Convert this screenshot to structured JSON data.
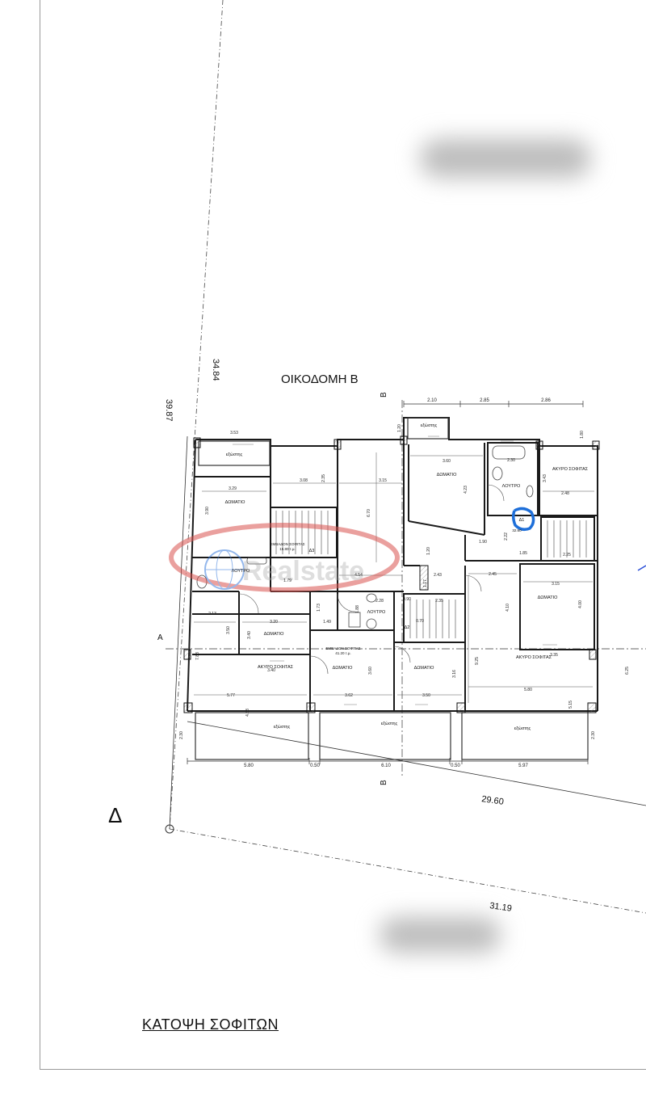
{
  "building_title": "ΟΙΚΟΔΟΜΗ Β",
  "drawing_title": "ΚΑΤΟΨΗ ΣΟΦΙΤΩΝ",
  "orientation_letter": "Δ",
  "section_markers": {
    "a": "A",
    "b": "B"
  },
  "property_dims": {
    "left_top": "34.84",
    "left_outer": "39.87",
    "bottom_inner": "29.60",
    "bottom_outer": "31.19"
  },
  "top_dims": [
    "2.10",
    "2.85",
    "2.86"
  ],
  "bottom_dims": [
    "5.80",
    "0.50",
    "6.10",
    "0.50",
    "5.97"
  ],
  "rooms": {
    "domatio": "ΔΩΜΑΤΙΟ",
    "loutro": "ΛΟΥΤΡΟ",
    "akyro": "ΑΚΥΡΟ ΣΟΦΙΤΑΣ",
    "exostis": "εξώστης",
    "d3": "Δ3",
    "d2": "Δ2",
    "d1": "Δ1"
  },
  "area_labels": {
    "left": "ΕΜΒΑΔΟΝ ΣΟΦΙΤΑΣ",
    "left_value": "15.80 τ.μ.",
    "center": "ΕΜΒΑΔΟΝ ΣΟΦΙΤΑΣ",
    "center_value": "41.20 τ.μ.",
    "right_value": "32.60"
  },
  "inner_dims": [
    "3.53",
    "3.29",
    "3.90",
    "3.08",
    "2.35",
    "3.15",
    "6.70",
    "3.60",
    "4.23",
    "2.30",
    "3.43",
    "2.48",
    "1.90",
    "2.22",
    "1.85",
    "2.25",
    "2.45",
    "3.15",
    "4.10",
    "4.00",
    "3.35",
    "9.25",
    "5.80",
    "1.79",
    "4.54",
    "1.17",
    "1.20",
    "2.43",
    "2.13",
    "3.20",
    "3.50",
    "3.40",
    "1.73",
    "1.88",
    "1.49",
    "3.40",
    "7.88",
    "5.77",
    "4.38",
    "3.62",
    "3.60",
    "3.50",
    "3.16",
    "5.15",
    "6.25",
    "2.30",
    "2.30",
    "0.90",
    "2.28",
    "2.35",
    "0.70",
    "1.20",
    "1.80"
  ],
  "colors": {
    "line": "#1a1a1a",
    "dashed": "#555555",
    "watermark": "#d9534f",
    "highlight": "#1e6fd9",
    "blur": "#bdbdbd"
  }
}
